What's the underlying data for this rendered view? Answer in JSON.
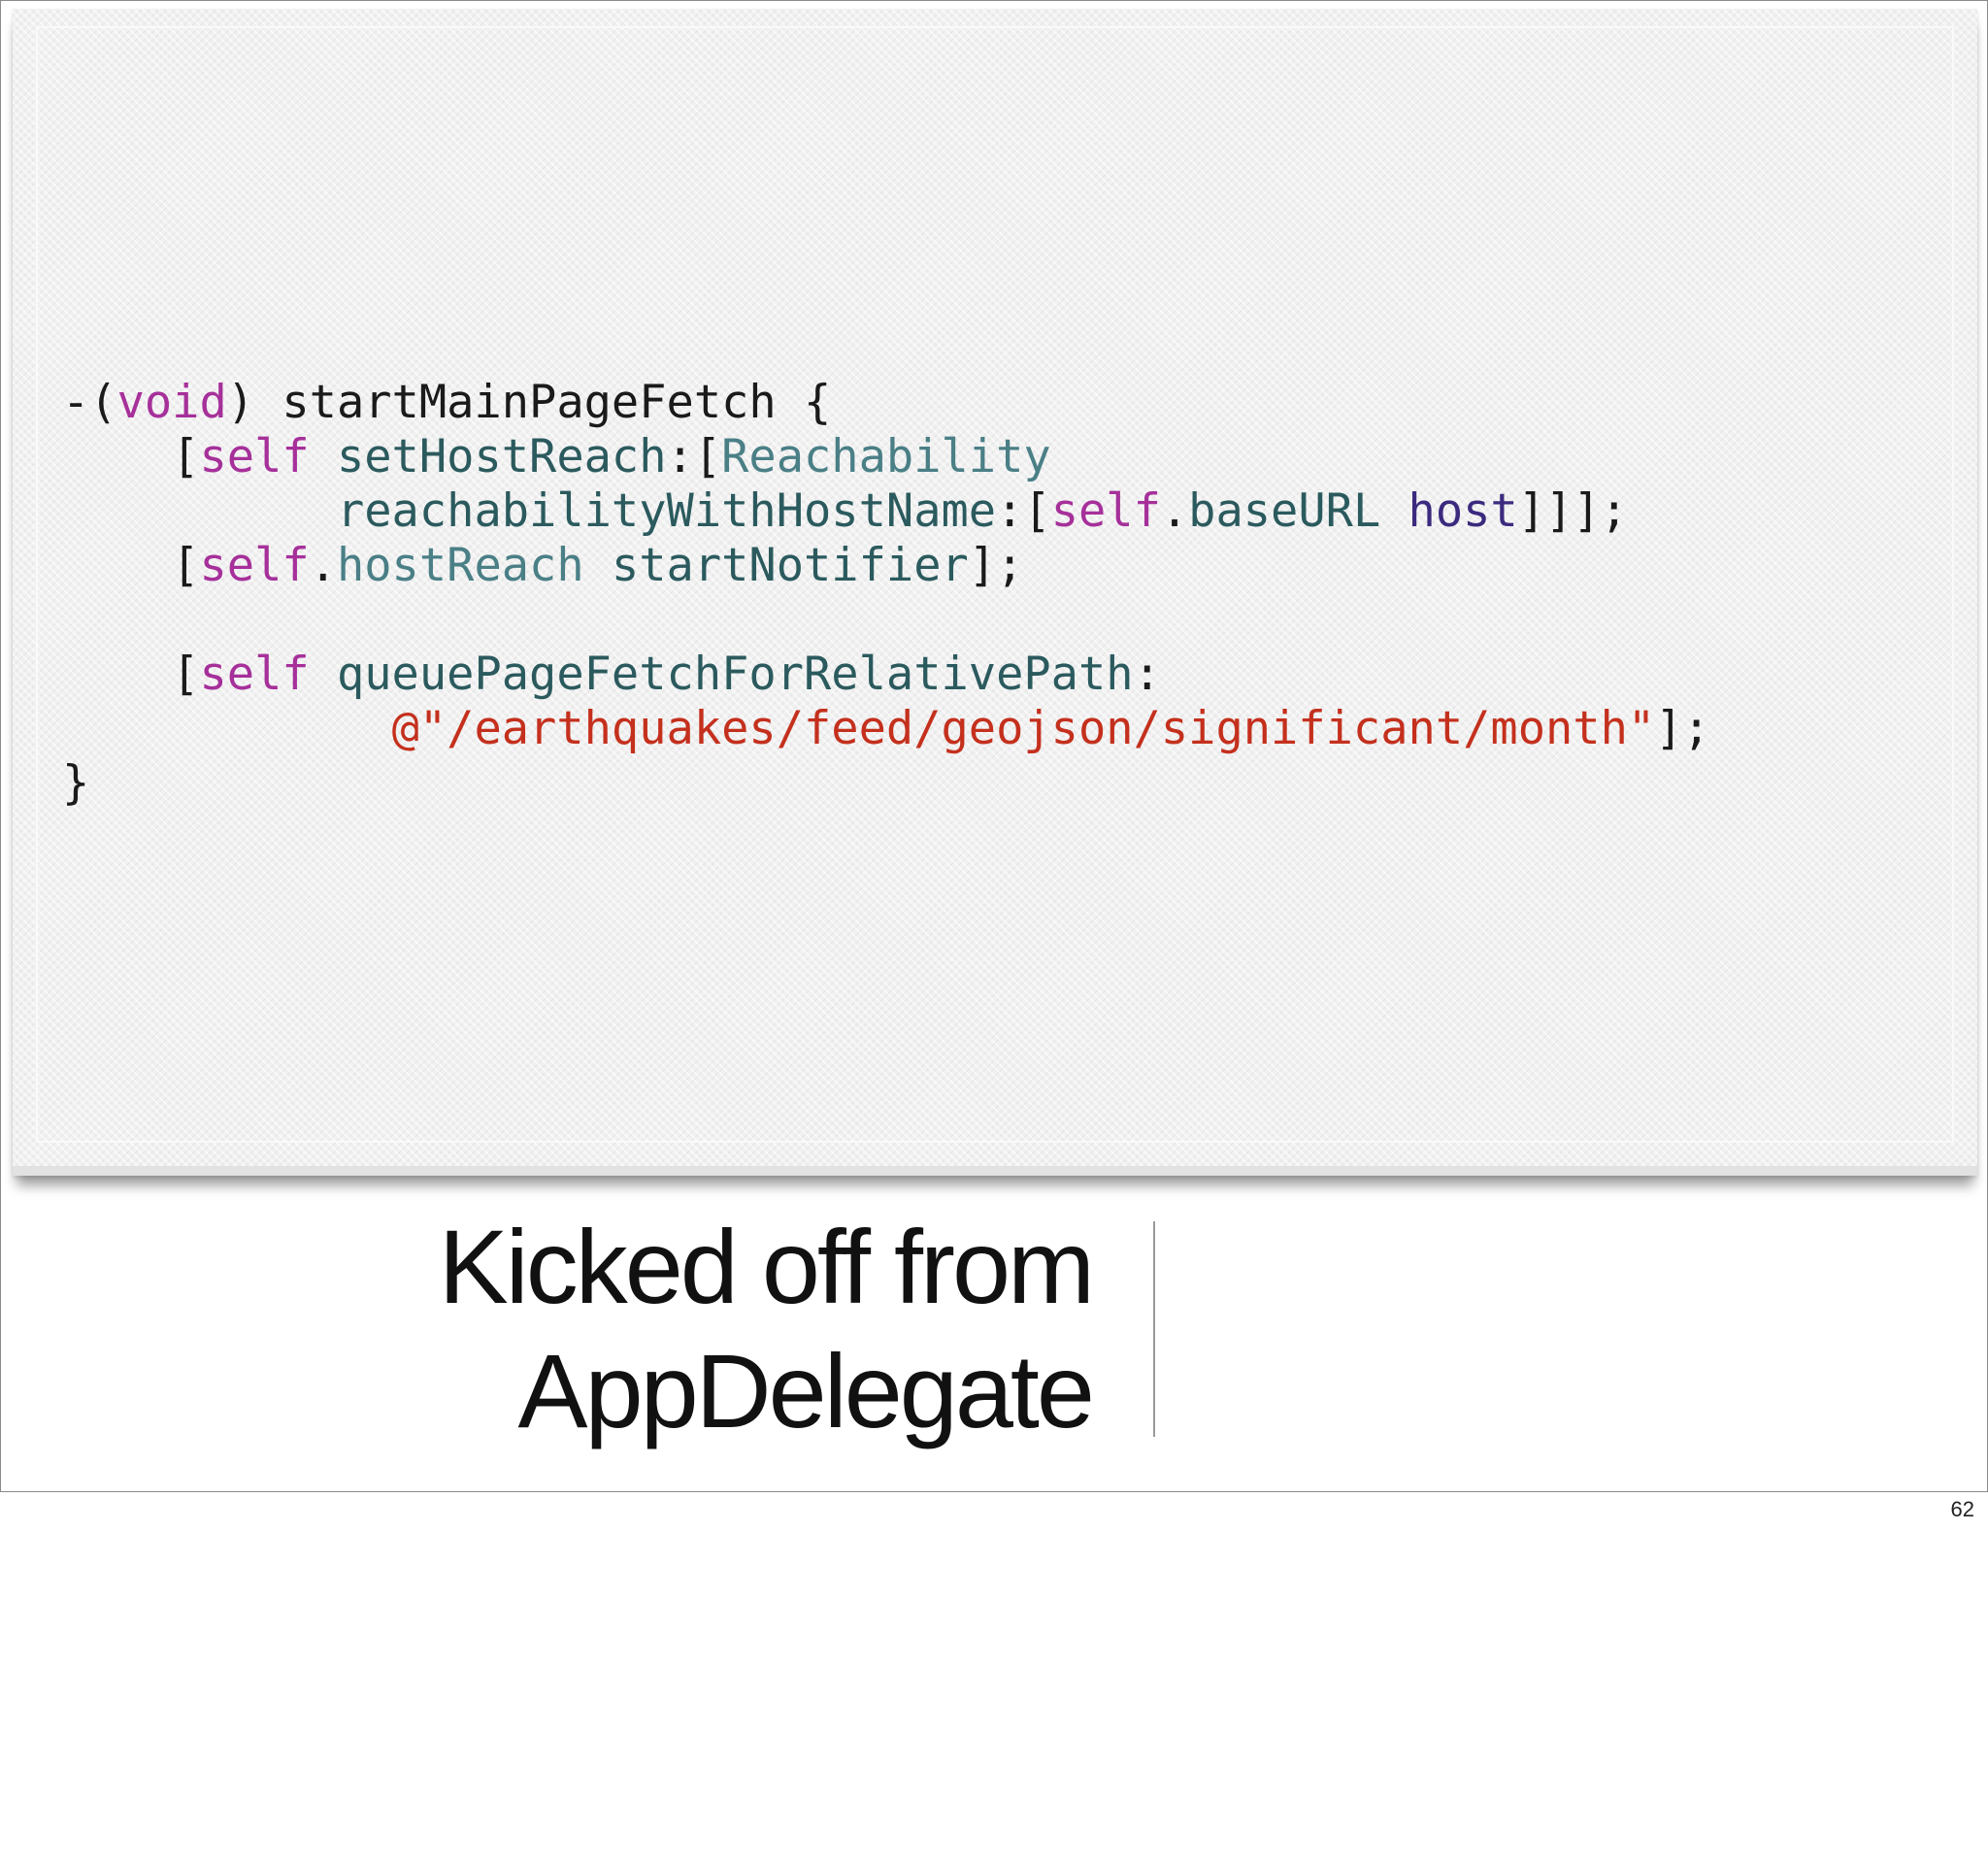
{
  "code": {
    "lines": [
      [
        {
          "t": "-(",
          "k": "plain"
        },
        {
          "t": "void",
          "k": "keyword"
        },
        {
          "t": ") startMainPageFetch {",
          "k": "plain"
        }
      ],
      [
        {
          "t": "    [",
          "k": "plain"
        },
        {
          "t": "self",
          "k": "keyword"
        },
        {
          "t": " ",
          "k": "plain"
        },
        {
          "t": "setHostReach",
          "k": "method"
        },
        {
          "t": ":[",
          "k": "plain"
        },
        {
          "t": "Reachability",
          "k": "class"
        }
      ],
      [
        {
          "t": "          ",
          "k": "plain"
        },
        {
          "t": "reachabilityWithHostName",
          "k": "method"
        },
        {
          "t": ":[",
          "k": "plain"
        },
        {
          "t": "self",
          "k": "keyword"
        },
        {
          "t": ".",
          "k": "plain"
        },
        {
          "t": "baseURL",
          "k": "method"
        },
        {
          "t": " ",
          "k": "plain"
        },
        {
          "t": "host",
          "k": "prop"
        },
        {
          "t": "]]];",
          "k": "plain"
        }
      ],
      [
        {
          "t": "    [",
          "k": "plain"
        },
        {
          "t": "self",
          "k": "keyword"
        },
        {
          "t": ".",
          "k": "plain"
        },
        {
          "t": "hostReach",
          "k": "class"
        },
        {
          "t": " ",
          "k": "plain"
        },
        {
          "t": "startNotifier",
          "k": "method"
        },
        {
          "t": "];",
          "k": "plain"
        }
      ],
      [],
      [
        {
          "t": "    [",
          "k": "plain"
        },
        {
          "t": "self",
          "k": "keyword"
        },
        {
          "t": " ",
          "k": "plain"
        },
        {
          "t": "queuePageFetchForRelativePath",
          "k": "method"
        },
        {
          "t": ":",
          "k": "plain"
        }
      ],
      [
        {
          "t": "            ",
          "k": "plain"
        },
        {
          "t": "@\"/earthquakes/feed/geojson/significant/month\"",
          "k": "string"
        },
        {
          "t": "];",
          "k": "plain"
        }
      ],
      [
        {
          "t": "}",
          "k": "plain"
        }
      ]
    ]
  },
  "caption": {
    "line1": "Kicked off from",
    "line2": "AppDelegate"
  },
  "page_number": "62",
  "colors": {
    "keyword": "#a6309a",
    "method": "#2b5a5e",
    "class": "#4a7f86",
    "property": "#3b2a7e",
    "string": "#c4301d",
    "plain": "#1a1a1a"
  }
}
